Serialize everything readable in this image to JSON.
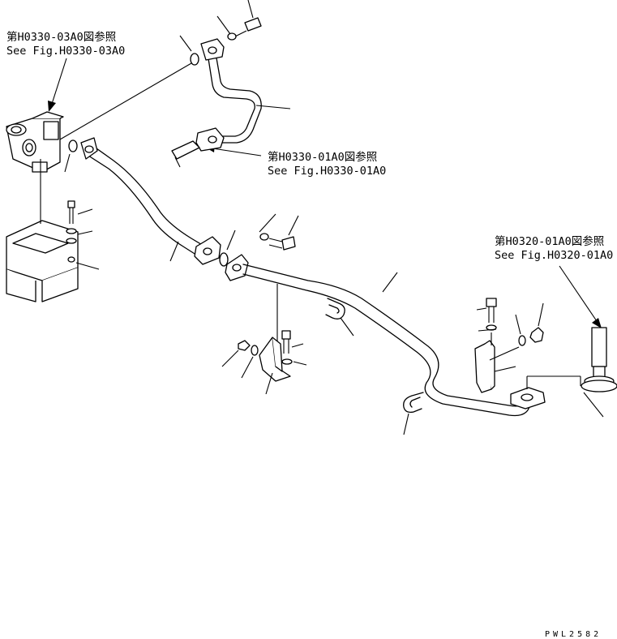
{
  "references": [
    {
      "jp": "第H0330-03A0図参照",
      "en": "See Fig.H0330-03A0"
    },
    {
      "jp": "第H0330-01A0図参照",
      "en": "See Fig.H0330-01A0"
    },
    {
      "jp": "第H0320-01A0図参照",
      "en": "See Fig.H0320-01A0"
    }
  ],
  "drawing_code": "PWL2582"
}
